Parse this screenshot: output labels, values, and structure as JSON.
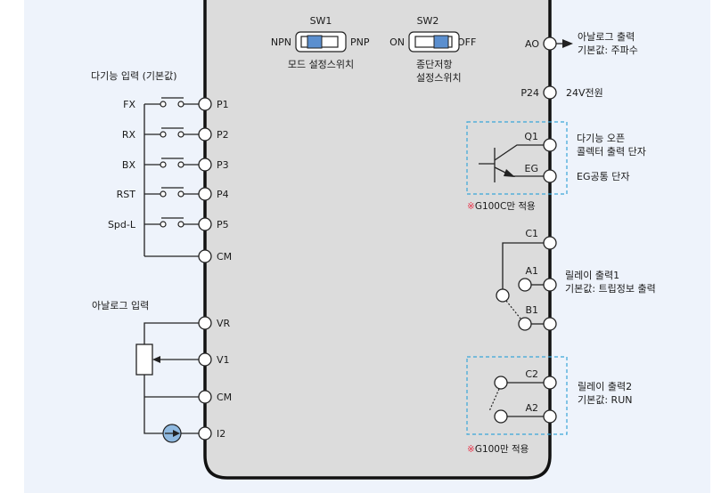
{
  "colors": {
    "background": "#eef3fb",
    "panel": "#dcdcdc",
    "panel_border": "#111111",
    "wire": "#222222",
    "switch_knob": "#5b8fcf",
    "current_source": "#8fb9e0",
    "dashed_box": "#3aa6d8",
    "note_mark": "#e8344a"
  },
  "switches": {
    "sw1": {
      "title": "SW1",
      "left": "NPN",
      "right": "PNP",
      "caption_lines": [
        "모드 설정스위치"
      ],
      "position": "left"
    },
    "sw2": {
      "title": "SW2",
      "left": "ON",
      "right": "OFF",
      "caption_lines": [
        "종단저항",
        "설정스위치"
      ],
      "position": "right"
    }
  },
  "digital_inputs": {
    "title": "다기능 입력 (기본값)",
    "items": [
      {
        "signal": "FX",
        "terminal": "P1"
      },
      {
        "signal": "RX",
        "terminal": "P2"
      },
      {
        "signal": "BX",
        "terminal": "P3"
      },
      {
        "signal": "RST",
        "terminal": "P4"
      },
      {
        "signal": "Spd-L",
        "terminal": "P5"
      }
    ],
    "common": "CM"
  },
  "analog_inputs": {
    "title": "아날로그 입력",
    "terminals": [
      "VR",
      "V1",
      "CM",
      "I2"
    ]
  },
  "outputs": {
    "ao": {
      "terminal": "AO",
      "desc": [
        "아날로그 출력",
        "기본값: 주파수"
      ]
    },
    "p24": {
      "terminal": "P24",
      "desc": [
        "24V전원"
      ]
    },
    "open_collector": {
      "terminals": [
        "Q1",
        "EG"
      ],
      "desc_q1": [
        "다기능 오픈",
        "콜렉터 출력 단자"
      ],
      "desc_eg": [
        "EG공통 단자"
      ],
      "note_mark": "※",
      "note": "G100C만 적용"
    },
    "relay1": {
      "terminals": [
        "C1",
        "A1",
        "B1"
      ],
      "desc": [
        "릴레이 출력1",
        "기본값: 트립정보 출력"
      ]
    },
    "relay2": {
      "terminals": [
        "C2",
        "A2"
      ],
      "desc": [
        "릴레이 출력2",
        "기본값: RUN"
      ],
      "note_mark": "※",
      "note": "G100만 적용"
    }
  }
}
